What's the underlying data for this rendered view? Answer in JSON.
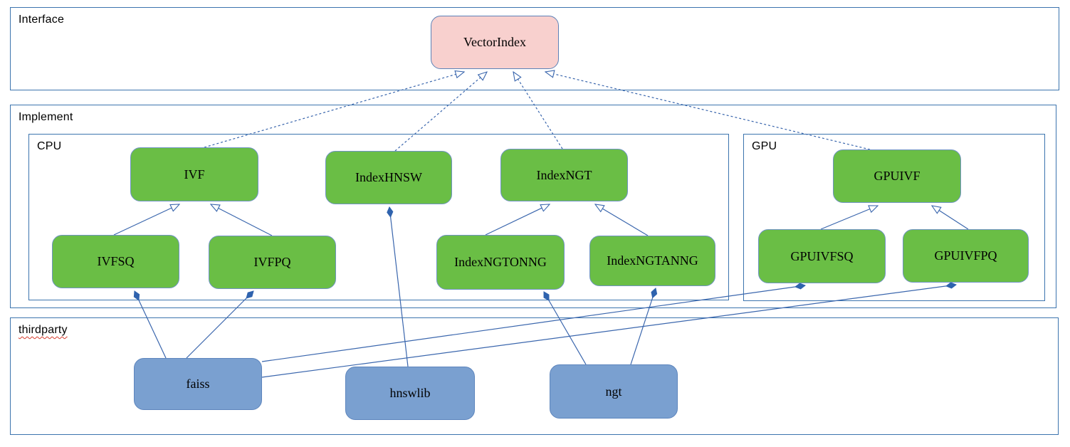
{
  "diagram": {
    "palette": {
      "section_border": "#3c74ae",
      "connector": "#3a66ad",
      "diamond_fill": "#2f63ae",
      "node_green_fill": "#6abe45",
      "node_pink_fill": "#f8d0ce",
      "node_blue_fill": "#7aa0d0",
      "misspell_underline": "#d63a2a"
    },
    "sections": {
      "interface": {
        "label": "Interface"
      },
      "implement": {
        "label": "Implement"
      },
      "cpu": {
        "label": "CPU"
      },
      "gpu": {
        "label": "GPU"
      },
      "thirdparty": {
        "label": "thirdparty"
      }
    },
    "nodes": {
      "vectorindex": {
        "label": "VectorIndex",
        "kind": "interface"
      },
      "ivf": {
        "label": "IVF",
        "kind": "cpu-class"
      },
      "indexhnsw": {
        "label": "IndexHNSW",
        "kind": "cpu-class"
      },
      "indexngt": {
        "label": "IndexNGT",
        "kind": "cpu-class"
      },
      "ivfsq": {
        "label": "IVFSQ",
        "kind": "cpu-class"
      },
      "ivfpq": {
        "label": "IVFPQ",
        "kind": "cpu-class"
      },
      "indexngtonng": {
        "label": "IndexNGTONNG",
        "kind": "cpu-class"
      },
      "indexngtanng": {
        "label": "IndexNGTANNG",
        "kind": "cpu-class"
      },
      "gpuivf": {
        "label": "GPUIVF",
        "kind": "gpu-class"
      },
      "gpuivfsq": {
        "label": "GPUIVFSQ",
        "kind": "gpu-class"
      },
      "gpuivfpq": {
        "label": "GPUIVFPQ",
        "kind": "gpu-class"
      },
      "faiss": {
        "label": "faiss",
        "kind": "thirdparty-lib"
      },
      "hnswlib": {
        "label": "hnswlib",
        "kind": "thirdparty-lib"
      },
      "ngt": {
        "label": "ngt",
        "kind": "thirdparty-lib"
      }
    },
    "edges": [
      {
        "from": "ivf",
        "to": "vectorindex",
        "type": "realization-dashed"
      },
      {
        "from": "indexhnsw",
        "to": "vectorindex",
        "type": "realization-dashed"
      },
      {
        "from": "indexngt",
        "to": "vectorindex",
        "type": "realization-dashed"
      },
      {
        "from": "gpuivf",
        "to": "vectorindex",
        "type": "realization-dashed"
      },
      {
        "from": "ivfsq",
        "to": "ivf",
        "type": "generalization"
      },
      {
        "from": "ivfpq",
        "to": "ivf",
        "type": "generalization"
      },
      {
        "from": "indexngtonng",
        "to": "indexngt",
        "type": "generalization"
      },
      {
        "from": "indexngtanng",
        "to": "indexngt",
        "type": "generalization"
      },
      {
        "from": "gpuivfsq",
        "to": "gpuivf",
        "type": "generalization"
      },
      {
        "from": "gpuivfpq",
        "to": "gpuivf",
        "type": "generalization"
      },
      {
        "from": "faiss",
        "to": "ivfsq",
        "type": "composition"
      },
      {
        "from": "faiss",
        "to": "ivfpq",
        "type": "composition"
      },
      {
        "from": "faiss",
        "to": "gpuivfsq",
        "type": "composition"
      },
      {
        "from": "faiss",
        "to": "gpuivfpq",
        "type": "composition"
      },
      {
        "from": "hnswlib",
        "to": "indexhnsw",
        "type": "composition"
      },
      {
        "from": "ngt",
        "to": "indexngtonng",
        "type": "composition"
      },
      {
        "from": "ngt",
        "to": "indexngtanng",
        "type": "composition"
      }
    ]
  }
}
